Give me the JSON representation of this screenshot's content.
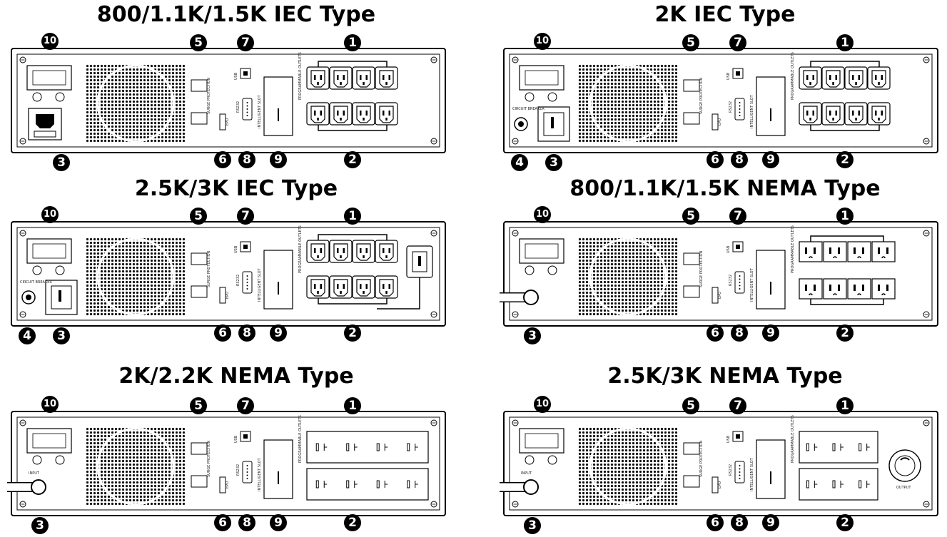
{
  "panels": [
    {
      "title": "800/1.1K/1.5K IEC Type",
      "tiny": {
        "prog": "PROGRAMMABLE OUTLETS",
        "slot": "INTELLIGENT SLOT",
        "surge": "SURGE PROTECTION",
        "usb": "USB",
        "epo": "EPO",
        "rs": "RS232"
      }
    },
    {
      "title": "2K IEC Type",
      "tiny": {
        "prog": "PROGRAMMABLE OUTLETS",
        "slot": "INTELLIGENT SLOT",
        "surge": "SURGE PROTECTION",
        "usb": "USB",
        "epo": "EPO",
        "rs": "RS232",
        "breaker": "CIRCUIT BREAKER"
      }
    },
    {
      "title": "2.5K/3K IEC Type",
      "tiny": {
        "prog": "PROGRAMMABLE OUTLETS",
        "slot": "INTELLIGENT SLOT",
        "surge": "SURGE PROTECTION",
        "usb": "USB",
        "epo": "EPO",
        "rs": "RS232",
        "breaker": "CIRCUIT BREAKER"
      }
    },
    {
      "title": "800/1.1K/1.5K NEMA Type",
      "tiny": {
        "prog": "PROGRAMMABLE OUTLETS",
        "slot": "INTELLIGENT SLOT",
        "surge": "SURGE PROTECTION",
        "usb": "USB",
        "epo": "EPO",
        "rs": "RS232"
      }
    },
    {
      "title": "2K/2.2K NEMA Type",
      "tiny": {
        "prog": "PROGRAMMABLE OUTLETS",
        "slot": "INTELLIGENT SLOT",
        "surge": "SURGE PROTECTION",
        "usb": "USB",
        "epo": "EPO",
        "rs": "RS232",
        "input": "INPUT"
      }
    },
    {
      "title": "2.5K/3K NEMA Type",
      "tiny": {
        "prog": "PROGRAMMABLE OUTLETS",
        "slot": "INTELLIGENT SLOT",
        "surge": "SURGE PROTECTION",
        "usb": "USB",
        "epo": "EPO",
        "rs": "RS232",
        "input": "INPUT",
        "output": "OUTPUT"
      }
    }
  ],
  "callouts": {
    "c1": "1",
    "c2": "2",
    "c3": "3",
    "c4": "4",
    "c5": "5",
    "c6": "6",
    "c7": "7",
    "c8": "8",
    "c9": "9",
    "c10": "10"
  }
}
